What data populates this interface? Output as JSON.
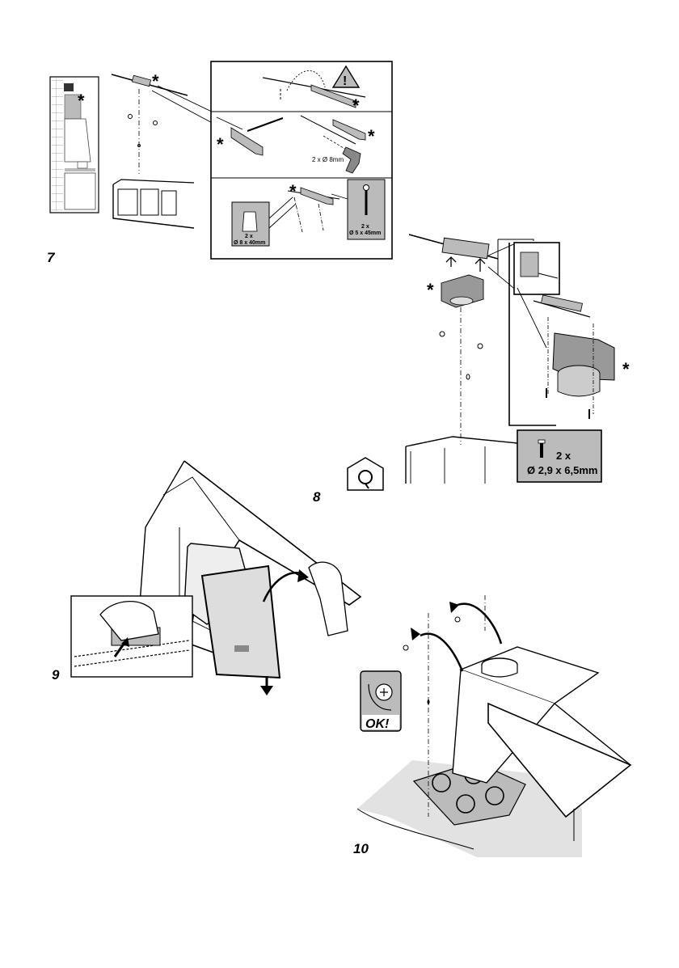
{
  "steps": {
    "s7": "7",
    "s8": "8",
    "s9": "9",
    "s10": "10"
  },
  "marks": {
    "asterisk": "*",
    "warning": "!"
  },
  "labels": {
    "drill_2x": "2 x Ø 8mm",
    "plug_qty": "2 x",
    "plug_size": "Ø 8 x 40mm",
    "screw_qty": "2 x",
    "screw_size": "Ø 5 x 45mm",
    "small_screw_qty": "2 x",
    "small_screw_size": "Ø 2,9 x 6,5mm",
    "ok": "OK!"
  },
  "icons": {
    "warning": "warning-triangle-icon",
    "recirculation": "house-recirculation-icon",
    "ok": "ok-screw-icon"
  }
}
